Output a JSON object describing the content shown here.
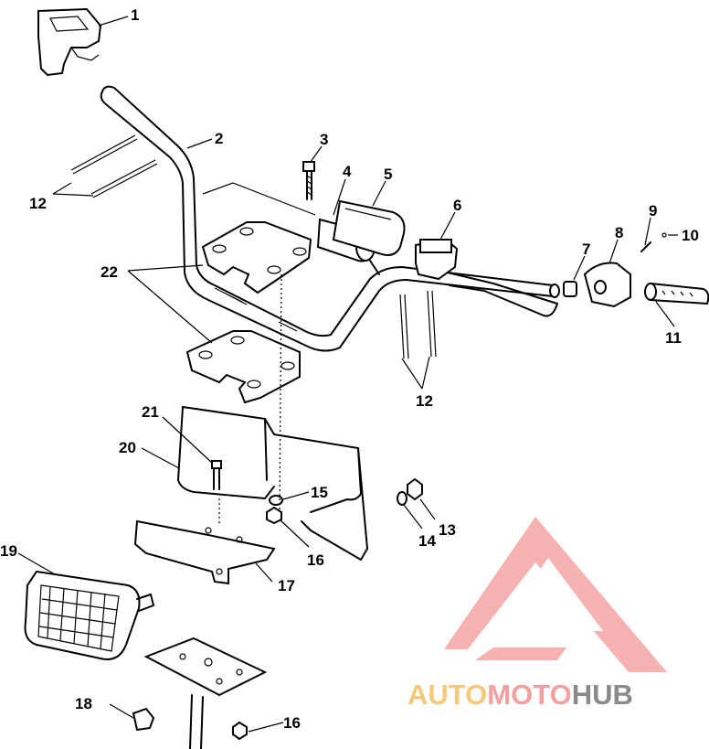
{
  "callouts": [
    {
      "id": "c1",
      "text": "1"
    },
    {
      "id": "c2",
      "text": "2"
    },
    {
      "id": "c3",
      "text": "3"
    },
    {
      "id": "c4",
      "text": "4"
    },
    {
      "id": "c5",
      "text": "5"
    },
    {
      "id": "c6",
      "text": "6"
    },
    {
      "id": "c7",
      "text": "7"
    },
    {
      "id": "c8",
      "text": "8"
    },
    {
      "id": "c9",
      "text": "9"
    },
    {
      "id": "c10",
      "text": "10"
    },
    {
      "id": "c11",
      "text": "11"
    },
    {
      "id": "c12a",
      "text": "12"
    },
    {
      "id": "c12b",
      "text": "12"
    },
    {
      "id": "c13",
      "text": "13"
    },
    {
      "id": "c14",
      "text": "14"
    },
    {
      "id": "c15",
      "text": "15"
    },
    {
      "id": "c16a",
      "text": "16"
    },
    {
      "id": "c16b",
      "text": "16"
    },
    {
      "id": "c17",
      "text": "17"
    },
    {
      "id": "c18",
      "text": "18"
    },
    {
      "id": "c19",
      "text": "19"
    },
    {
      "id": "c20",
      "text": "20"
    },
    {
      "id": "c21",
      "text": "21"
    },
    {
      "id": "c22",
      "text": "22"
    }
  ],
  "watermark": {
    "part1": "AUTO",
    "part2": "MOTO",
    "part3": "HUB",
    "color1": "#f6c97a",
    "color2": "#f4a0a0",
    "color3": "#8a8a8a",
    "mark_color": "#f5a3a3"
  }
}
